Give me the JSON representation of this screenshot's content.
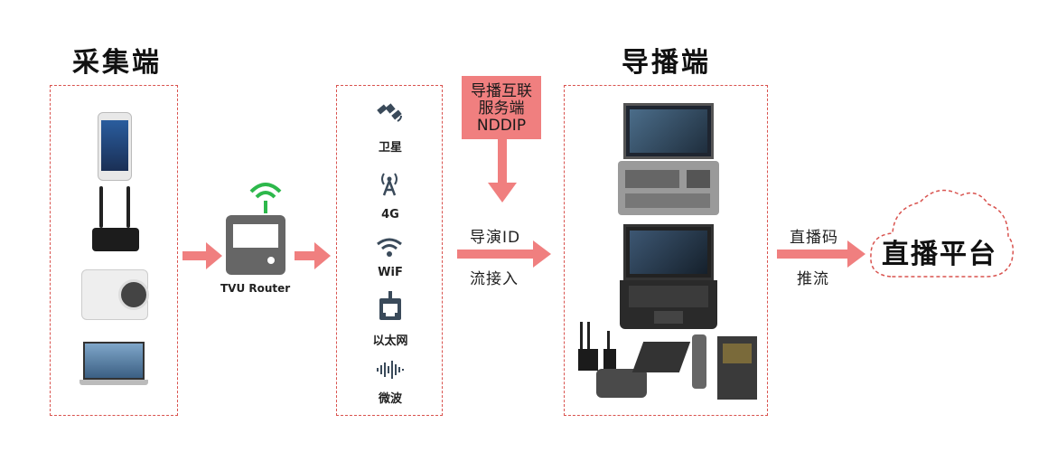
{
  "capture": {
    "title": "采集端"
  },
  "router": {
    "label": "TVU Router"
  },
  "connections": [
    {
      "icon": "satellite-icon",
      "label": "卫星"
    },
    {
      "icon": "cellular-4g-icon",
      "label": "4G"
    },
    {
      "icon": "wifi-icon",
      "label": "WiF"
    },
    {
      "icon": "ethernet-icon",
      "label": "以太网"
    },
    {
      "icon": "microwave-icon",
      "label": "微波"
    }
  ],
  "nddip": {
    "line1": "导播互联",
    "line2": "服务端",
    "line3": "NDDIP"
  },
  "flow": {
    "label_top": "导演ID",
    "label_bottom": "流接入"
  },
  "director": {
    "title": "导播端"
  },
  "push": {
    "label_top": "直播码",
    "label_bottom": "推流"
  },
  "platform": {
    "label": "直播平台"
  },
  "colors": {
    "accent": "#f07f7f",
    "dash": "#d9534f",
    "router_green": "#2db84b"
  }
}
